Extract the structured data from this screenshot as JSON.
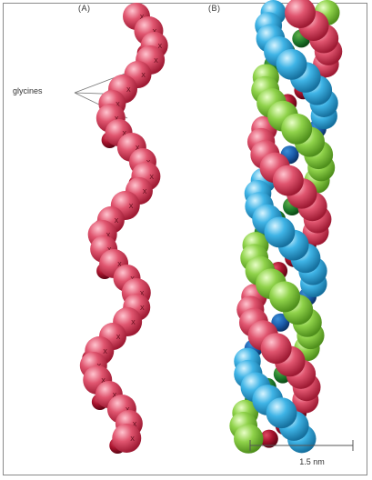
{
  "figure": {
    "panel_a_label": "(A)",
    "panel_b_label": "(B)",
    "callout_label": "glycines",
    "scale_bar_label": "1.5 nm",
    "residue_marker": "X",
    "colors": {
      "chain_red": "#e0556f",
      "chain_red_dark": "#a8142e",
      "chain_green": "#8fd24a",
      "chain_blue": "#3fb4e6",
      "border": "#8a8a8a"
    }
  }
}
